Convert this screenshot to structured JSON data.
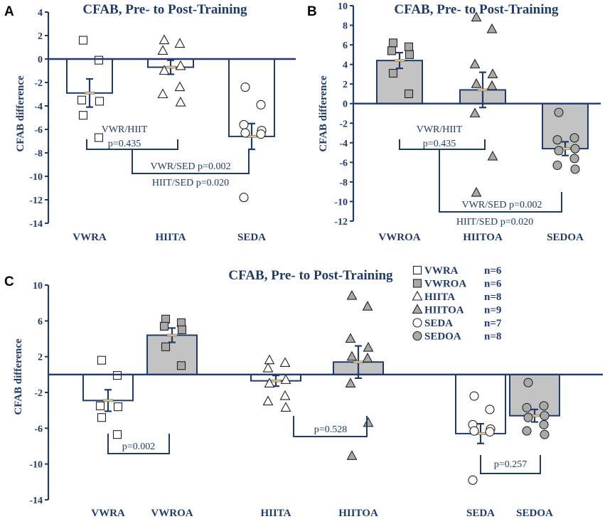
{
  "colors": {
    "axis": "#1f3b6e",
    "text": "#1f3b6e",
    "bar_light": "#ffffff",
    "bar_dark": "#c3c3c3",
    "marker_edge": "#222222",
    "marker_light": "#ffffff",
    "marker_dark": "#a9a9a9",
    "mean_marker": "#d8c49a"
  },
  "panels": {
    "A": {
      "letter": "A",
      "title": "CFAB, Pre- to Post-Training",
      "ylabel": "CFAB difference",
      "comparisons": [
        {
          "lines": [
            "VWR/HIIT",
            "p=0.435"
          ]
        },
        {
          "lines": [
            "VWR/SED p=0.002"
          ]
        },
        {
          "lines": [
            "HIIT/SED p=0.020"
          ]
        }
      ]
    },
    "B": {
      "letter": "B",
      "title": "CFAB, Pre- to Post-Training",
      "ylabel": "CFAB difference",
      "comparisons": [
        {
          "lines": [
            "VWR/HIIT",
            "p=0.435"
          ]
        },
        {
          "lines": [
            "VWR/SED p=0.002"
          ]
        },
        {
          "lines": [
            "HIIT/SED p=0.020"
          ]
        }
      ]
    },
    "C": {
      "letter": "C",
      "title": "CFAB, Pre- to Post-Training",
      "ylabel": "CFAB difference",
      "comparisons": [
        {
          "lines": [
            "p=0.002"
          ]
        },
        {
          "lines": [
            "p=0.528"
          ]
        },
        {
          "lines": [
            "p=0.257"
          ]
        }
      ]
    }
  },
  "legend": [
    {
      "label": "VWRA",
      "n": "n=6",
      "marker": "square",
      "fill": "light"
    },
    {
      "label": "VWROA",
      "n": "n=6",
      "marker": "square",
      "fill": "dark"
    },
    {
      "label": "HIITA",
      "n": "n=8",
      "marker": "triangle",
      "fill": "light"
    },
    {
      "label": "HIITOA",
      "n": "n=9",
      "marker": "triangle",
      "fill": "dark"
    },
    {
      "label": "SEDA",
      "n": "n=7",
      "marker": "circle",
      "fill": "light"
    },
    {
      "label": "SEDOA",
      "n": "n=8",
      "marker": "circle",
      "fill": "dark"
    }
  ],
  "chart_data": [
    {
      "panel": "A",
      "type": "bar",
      "title": "CFAB, Pre- to Post-Training",
      "ylabel": "CFAB difference",
      "ylim": [
        -14,
        4
      ],
      "yticks": [
        4,
        2,
        0,
        -2,
        -4,
        -6,
        -8,
        -10,
        -12,
        -14
      ],
      "categories": [
        "VWRA",
        "HIITA",
        "SEDA"
      ],
      "values": [
        -2.9,
        -0.7,
        -6.6
      ],
      "error": [
        1.2,
        0.6,
        1.1
      ],
      "points": [
        [
          1.6,
          -0.1,
          -3.5,
          -3.6,
          -4.8,
          -6.7
        ],
        [
          1.6,
          1.3,
          0.7,
          -0.6,
          -1.0,
          -2.4,
          -3.0,
          -3.7
        ],
        [
          -2.4,
          -3.9,
          -5.6,
          -6.1,
          -6.3,
          -6.4,
          -11.8
        ]
      ],
      "markers": [
        "square",
        "triangle",
        "circle"
      ],
      "fills": [
        "light",
        "light",
        "light"
      ],
      "grid": false
    },
    {
      "panel": "B",
      "type": "bar",
      "title": "CFAB, Pre- to Post-Training",
      "ylabel": "CFAB difference",
      "ylim": [
        -12,
        10
      ],
      "yticks": [
        10,
        8,
        6,
        4,
        2,
        0,
        -2,
        -4,
        -6,
        -8,
        -10,
        -12
      ],
      "categories": [
        "VWROA",
        "HIITOA",
        "SEDOA"
      ],
      "values": [
        4.4,
        1.4,
        -4.6
      ],
      "error": [
        0.8,
        1.8,
        0.7
      ],
      "points": [
        [
          6.2,
          5.8,
          5.4,
          5.0,
          3.1,
          1.0
        ],
        [
          8.8,
          7.6,
          4.0,
          3.0,
          2.0,
          1.8,
          -1.0,
          -5.4,
          -9.1
        ],
        [
          -0.9,
          -3.5,
          -3.7,
          -4.6,
          -4.8,
          -5.6,
          -6.3,
          -6.7
        ]
      ],
      "markers": [
        "square",
        "triangle",
        "circle"
      ],
      "fills": [
        "dark",
        "dark",
        "dark"
      ],
      "grid": false
    },
    {
      "panel": "C",
      "type": "bar",
      "title": "CFAB, Pre- to Post-Training",
      "ylabel": "CFAB difference",
      "ylim": [
        -14,
        10
      ],
      "yticks": [
        10,
        6,
        2,
        -2,
        -6,
        -10,
        -14
      ],
      "categories": [
        "VWRA",
        "VWROA",
        "HIITA",
        "HIITOA",
        "SEDA",
        "SEDOA"
      ],
      "values": [
        -2.9,
        4.4,
        -0.7,
        1.4,
        -6.6,
        -4.6
      ],
      "error": [
        1.2,
        0.8,
        0.6,
        1.8,
        1.1,
        0.7
      ],
      "points": [
        [
          1.6,
          -0.1,
          -3.5,
          -3.6,
          -4.8,
          -6.7
        ],
        [
          6.2,
          5.8,
          5.4,
          5.0,
          3.1,
          1.0
        ],
        [
          1.6,
          1.3,
          0.7,
          -0.6,
          -1.0,
          -2.4,
          -3.0,
          -3.7
        ],
        [
          8.8,
          7.6,
          4.0,
          3.0,
          2.0,
          1.8,
          -1.0,
          -5.4,
          -9.1
        ],
        [
          -2.4,
          -3.9,
          -5.6,
          -6.1,
          -6.3,
          -6.4,
          -11.8
        ],
        [
          -0.9,
          -3.5,
          -3.7,
          -4.6,
          -4.8,
          -5.6,
          -6.3,
          -6.7
        ]
      ],
      "markers": [
        "square",
        "square",
        "triangle",
        "triangle",
        "circle",
        "circle"
      ],
      "fills": [
        "light",
        "dark",
        "light",
        "dark",
        "light",
        "dark"
      ],
      "legend": "top-right",
      "grid": false
    }
  ]
}
